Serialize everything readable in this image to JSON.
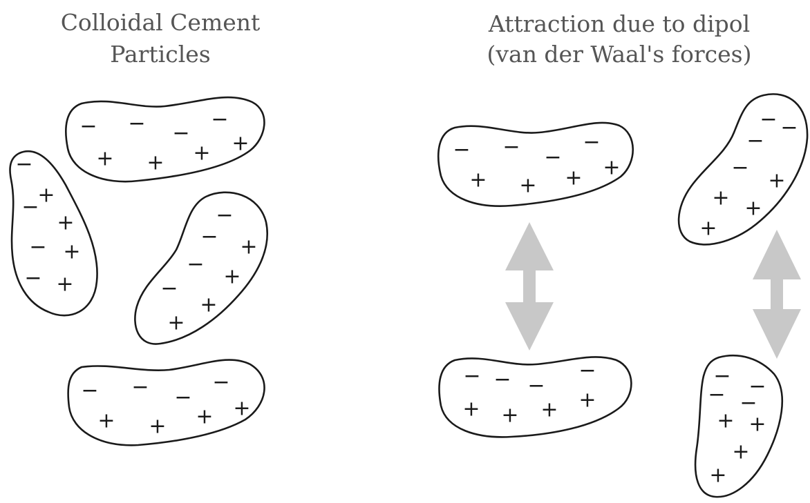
{
  "left_panel": {
    "title_line1": "Colloidal Cement",
    "title_line2": "Particles"
  },
  "right_panel": {
    "title_line1": "Attraction due to dipol",
    "title_line2": "(van der Waal's forces)"
  },
  "charges": {
    "negative": "−",
    "positive": "+"
  },
  "colors": {
    "outline": "#1a1a1a",
    "arrow": "#c8c8c8",
    "title_text": "#555555"
  }
}
